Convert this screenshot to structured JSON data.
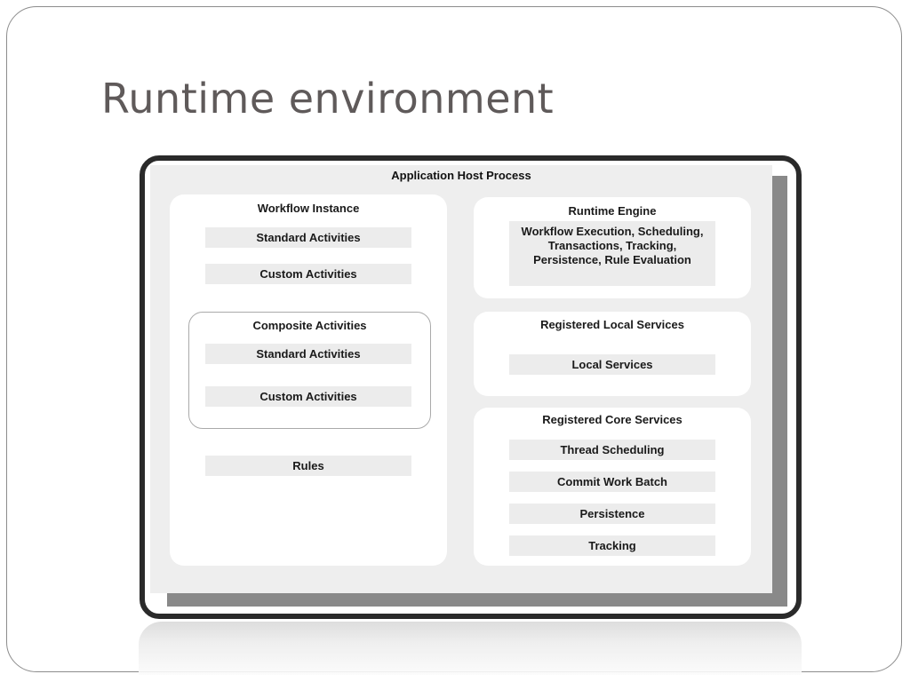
{
  "slide": {
    "title": "Runtime environment"
  },
  "diagram": {
    "host_title": "Application Host Process",
    "workflow_instance": {
      "title": "Workflow Instance",
      "items": [
        "Standard Activities",
        "Custom Activities"
      ],
      "composite": {
        "title": "Composite Activities",
        "items": [
          "Standard Activities",
          "Custom Activities"
        ]
      },
      "rules": "Rules"
    },
    "runtime_engine": {
      "title": "Runtime Engine",
      "description": "Workflow Execution, Scheduling, Transactions, Tracking, Persistence, Rule Evaluation"
    },
    "local_services": {
      "title": "Registered Local Services",
      "items": [
        "Local Services"
      ]
    },
    "core_services": {
      "title": "Registered Core Services",
      "items": [
        "Thread Scheduling",
        "Commit Work Batch",
        "Persistence",
        "Tracking"
      ]
    }
  }
}
